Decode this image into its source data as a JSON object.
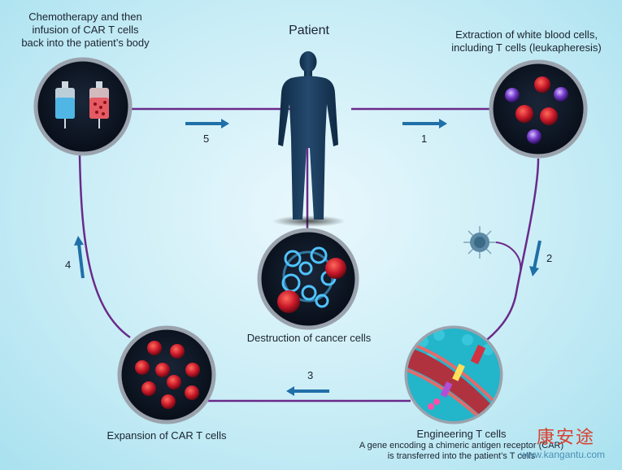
{
  "title": "Patient",
  "steps": [
    {
      "number": "1",
      "label": "Extraction of white blood cells, including T cells (leukapheresis)"
    },
    {
      "number": "2",
      "label": ""
    },
    {
      "number": "3",
      "label": ""
    },
    {
      "number": "4",
      "label": ""
    },
    {
      "number": "5",
      "label": ""
    }
  ],
  "labels": {
    "chemo_line1": "Chemotherapy and then",
    "chemo_line2": "infusion of CAR T cells",
    "chemo_line3": "back into the patient’s body",
    "extraction_line1": "Extraction of white blood cells,",
    "extraction_line2": "including T cells (leukapheresis)",
    "destruction": "Destruction of cancer cells",
    "expansion": "Expansion of CAR T cells",
    "engineering": "Engineering T cells",
    "engineering_sub1": "A gene encoding a chimeric antigen receptor (CAR)",
    "engineering_sub2": "is transferred into the patient’s T cells"
  },
  "watermark": {
    "chinese": "康安途",
    "url": "www.kangantu.com"
  },
  "colors": {
    "loop_line": "#6a2a8a",
    "arrow": "#1f6fa8",
    "circle_bg": "#0c1624",
    "circle_ring": "#9aa3ad",
    "cancer_cell": "#c8182a",
    "t_cell": "#7a3fd0",
    "silhouette": "#1a3a5a"
  },
  "icons": [
    "patient-silhouette-icon",
    "iv-bag-blue-icon",
    "iv-bag-red-icon",
    "virus-icon",
    "cell-membrane-icon"
  ]
}
